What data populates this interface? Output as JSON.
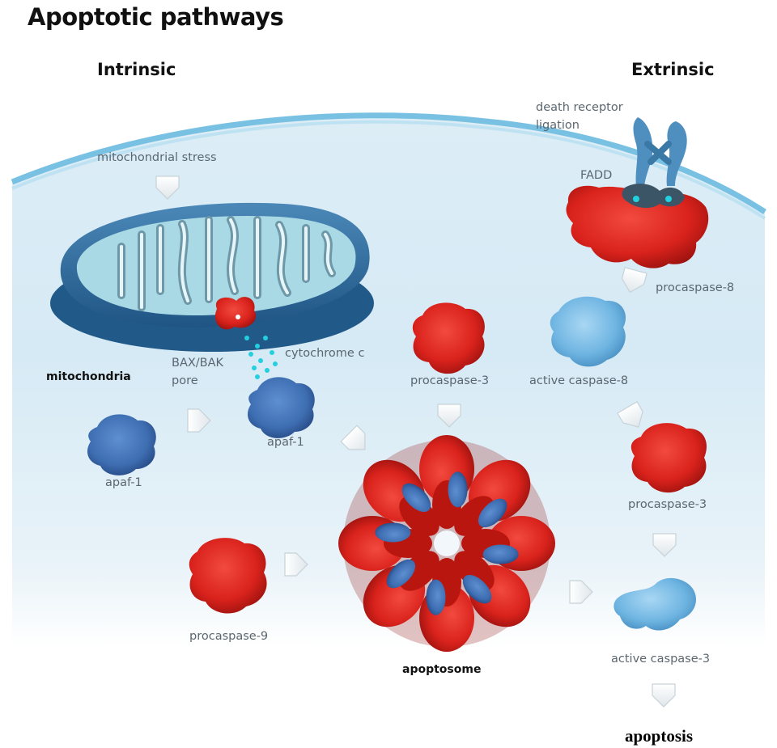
{
  "title": "Apoptotic pathways",
  "headers": {
    "intrinsic": "Intrinsic",
    "extrinsic": "Extrinsic"
  },
  "labels": {
    "mito_stress": "mitochondrial stress",
    "death_receptor_line1": "death receptor",
    "death_receptor_line2": "ligation",
    "fadd": "FADD",
    "procaspase8": "procaspase-8",
    "mitochondria": "mitochondria",
    "baxbak_line1": "BAX/BAK",
    "baxbak_line2": "pore",
    "cytochrome_c": "cytochrome c",
    "apaf1_center": "apaf-1",
    "apaf1_left": "apaf-1",
    "procaspase3_center": "procaspase-3",
    "active_caspase8": "active caspase-8",
    "procaspase3_right": "procaspase-3",
    "procaspase9": "procaspase-9",
    "apoptosome": "apoptosome",
    "active_caspase3": "active caspase-3",
    "apoptosis": "apoptosis"
  },
  "colors": {
    "cytoplasm": "#cfe6f2",
    "membrane": "#79c1e3",
    "procaspase_red": "#d9221c",
    "apaf_blue": "#3f6fb3",
    "active_caspase_blue": "#6fb5e2",
    "cytochrome_cyan": "#22d0e0",
    "mitochondria_outer": "#2d6fa0"
  }
}
